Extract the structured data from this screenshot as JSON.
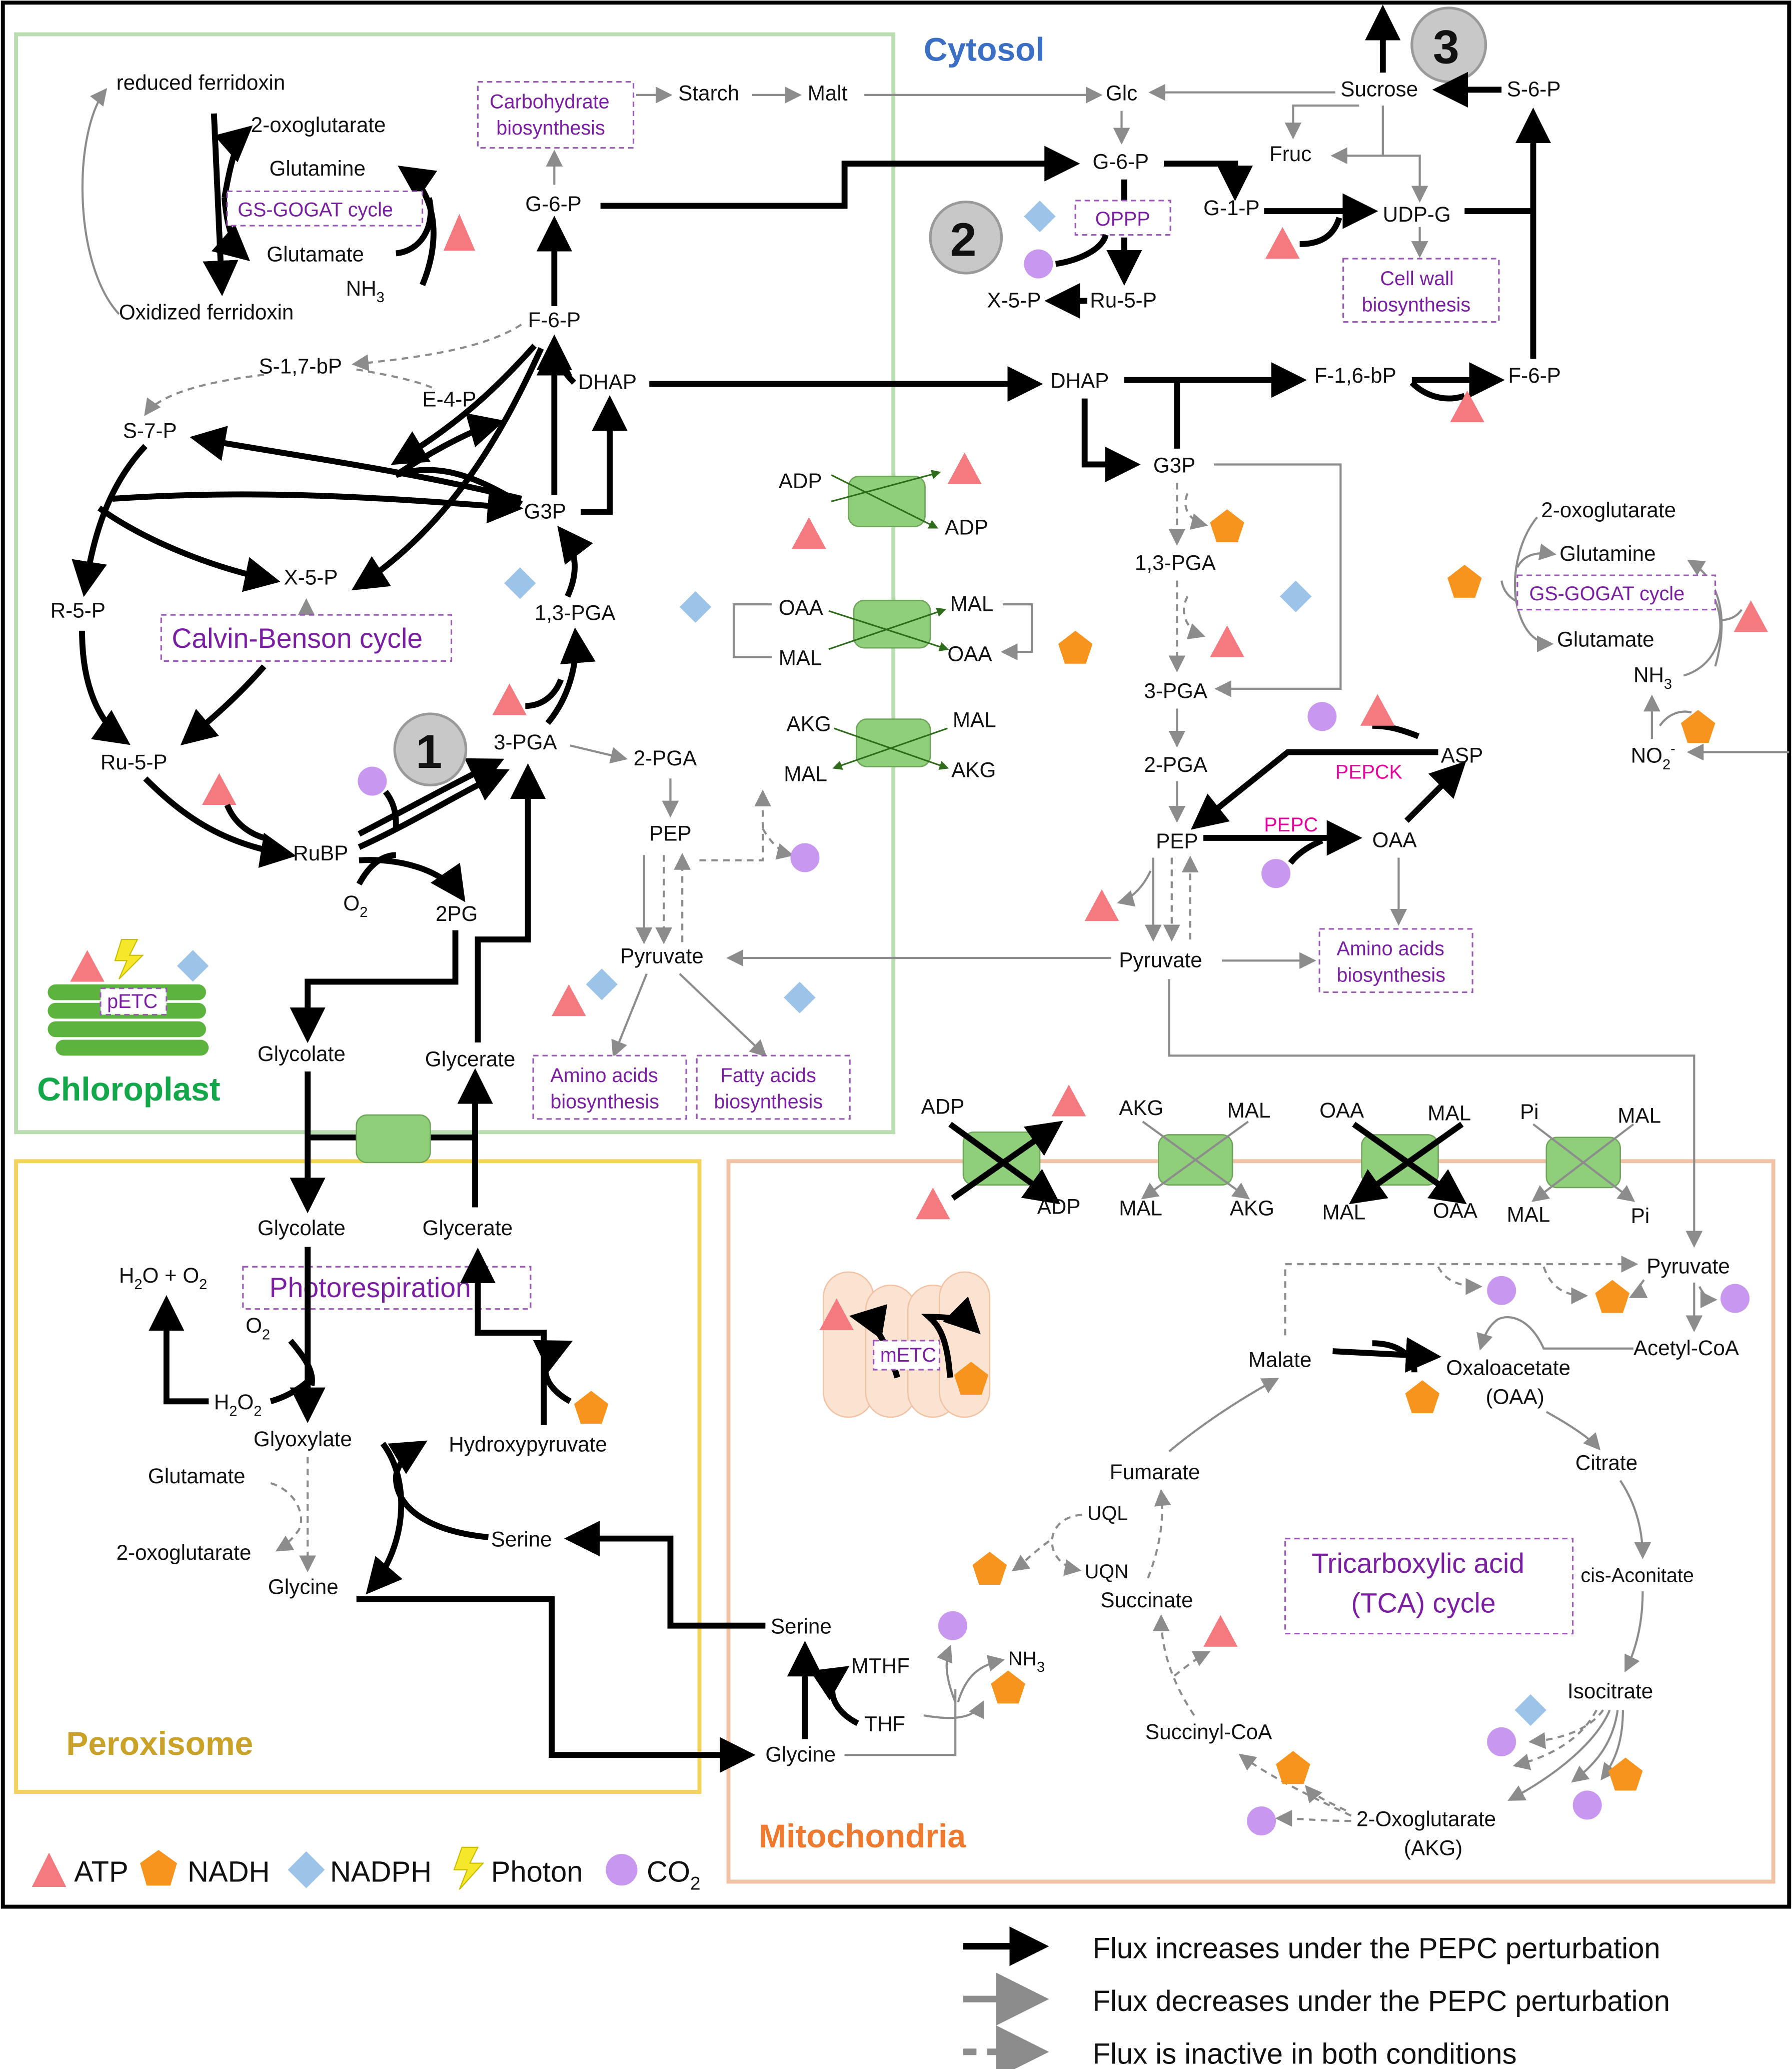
{
  "compartments": {
    "cytosol": "Cytosol",
    "chloroplast": "Chloroplast",
    "peroxisome": "Peroxisome",
    "mitochondria": "Mitochondria"
  },
  "colors": {
    "cytosol": "#3b6fc4",
    "chloroplast": "#12a84a",
    "peroxisome": "#c9a227",
    "mitochondria": "#ee7a2f",
    "chloroplast_border": "#b9ddb0",
    "peroxisome_border": "#f3d35a",
    "mitochondria_border": "#f1c2a4",
    "process_text": "#7a1fa2",
    "enzyme_text": "#e6009e",
    "transporter": "#8fcf7a",
    "atp": "#f47a7f",
    "nadh": "#f7941d",
    "nadph": "#9cc3e8",
    "photon": "#f5e82a",
    "co2": "#c898f0"
  },
  "badges": [
    "1",
    "2",
    "3"
  ],
  "processes": {
    "carbohydrate": [
      "Carbohydrate",
      "biosynthesis"
    ],
    "gs_gogat": "GS-GOGAT cycle",
    "calvin": "Calvin-Benson cycle",
    "oppp": "OPPP",
    "cell_wall": [
      "Cell wall",
      "biosynthesis"
    ],
    "amino_acids": [
      "Amino acids",
      "biosynthesis"
    ],
    "fatty_acids": [
      "Fatty acids",
      "biosynthesis"
    ],
    "petc": "pETC",
    "photorespiration": "Photorespiration",
    "metc": "mETC",
    "tca": [
      "Tricarboxylic acid",
      "(TCA) cycle"
    ]
  },
  "enzymes": {
    "pepck": "PEPCK",
    "pepc": "PEPC"
  },
  "metabolites": {
    "ch": {
      "reduced_ferridoxin": "reduced ferridoxin",
      "oxoglutarate": "2-oxoglutarate",
      "glutamine": "Glutamine",
      "glutamate": "Glutamate",
      "nh3": "NH",
      "oxidized_ferridoxin": "Oxidized ferridoxin",
      "starch": "Starch",
      "malt": "Malt",
      "g6p": "G-6-P",
      "f6p": "F-6-P",
      "s17bp": "S-1,7-bP",
      "e4p": "E-4-P",
      "dhap": "DHAP",
      "s7p": "S-7-P",
      "g3p": "G3P",
      "x5p": "X-5-P",
      "r5p": "R-5-P",
      "pga13": "1,3-PGA",
      "ru5p": "Ru-5-P",
      "pga3": "3-PGA",
      "pga2": "2-PGA",
      "pep": "PEP",
      "rubp": "RuBP",
      "o2": "O",
      "pg2": "2PG",
      "pyruvate": "Pyruvate",
      "glycolate": "Glycolate",
      "glycerate": "Glycerate"
    },
    "tr": {
      "adp_a": "ADP",
      "adp_b": "ADP",
      "oaa_a": "OAA",
      "mal_a": "MAL",
      "mal_b": "MAL",
      "oaa_b": "OAA",
      "akg_a": "AKG",
      "mal_c": "MAL",
      "mal_d": "MAL",
      "akg_b": "AKG"
    },
    "cy": {
      "glc": "Glc",
      "sucrose": "Sucrose",
      "s6p": "S-6-P",
      "fruc": "Fruc",
      "g6p": "G-6-P",
      "g1p": "G-1-P",
      "udpg": "UDP-G",
      "x5p": "X-5-P",
      "ru5p": "Ru-5-P",
      "dhap": "DHAP",
      "f16bp": "F-1,6-bP",
      "f6p": "F-6-P",
      "g3p": "G3P",
      "pga13": "1,3-PGA",
      "pga3": "3-PGA",
      "pga2": "2-PGA",
      "pep": "PEP",
      "oaa": "OAA",
      "asp": "ASP",
      "pyruvate": "Pyruvate",
      "oxoglutarate": "2-oxoglutarate",
      "glutamine": "Glutamine",
      "glutamate": "Glutamate",
      "nh3": "NH",
      "no2": "NO"
    },
    "mt_tr": {
      "adp_a": "ADP",
      "adp_b": "ADP",
      "akg_a": "AKG",
      "mal_a": "MAL",
      "mal_b": "MAL",
      "akg_b": "AKG",
      "oaa_a": "OAA",
      "mal_c": "MAL",
      "mal_d": "MAL",
      "oaa_b": "OAA",
      "pi_a": "Pi",
      "mal_e": "MAL",
      "mal_f": "MAL",
      "pi_b": "Pi"
    },
    "px": {
      "glycolate": "Glycolate",
      "glycerate": "Glycerate",
      "h2o_o2": "H",
      "o2": "O",
      "h2o2": "H",
      "glyoxylate": "Glyoxylate",
      "hydroxypyruvate": "Hydroxypyruvate",
      "glutamate": "Glutamate",
      "oxoglutarate": "2-oxoglutarate",
      "serine": "Serine",
      "glycine": "Glycine"
    },
    "mt": {
      "pyruvate": "Pyruvate",
      "acetyl_coa": "Acetyl-CoA",
      "malate": "Malate",
      "oaa": "Oxaloacetate",
      "oaa_abbr": "(OAA)",
      "citrate": "Citrate",
      "fumarate": "Fumarate",
      "uql": "UQL",
      "uqn": "UQN",
      "succinate": "Succinate",
      "cis_aconitate": "cis-Aconitate",
      "isocitrate": "Isocitrate",
      "succinyl_coa": "Succinyl-CoA",
      "akg": "2-Oxoglutarate",
      "akg_abbr": "(AKG)",
      "serine": "Serine",
      "mthf": "MTHF",
      "nh3": "NH",
      "thf": "THF",
      "glycine": "Glycine"
    }
  },
  "legend": [
    {
      "label": "ATP",
      "icon": "triangle"
    },
    {
      "label": "NADH",
      "icon": "pentagon"
    },
    {
      "label": "NADPH",
      "icon": "diamond"
    },
    {
      "label": "Photon",
      "icon": "lightning"
    },
    {
      "label": "CO",
      "icon": "circle"
    }
  ],
  "flux_legend": [
    {
      "label": "Flux increases under the PEPC perturbation",
      "style": "increase",
      "color": "#000000"
    },
    {
      "label": "Flux decreases under the PEPC perturbation",
      "style": "decrease",
      "color": "#8c8c8c"
    },
    {
      "label": "Flux is inactive in both conditions",
      "style": "inactive",
      "color": "#8c8c8c"
    }
  ]
}
